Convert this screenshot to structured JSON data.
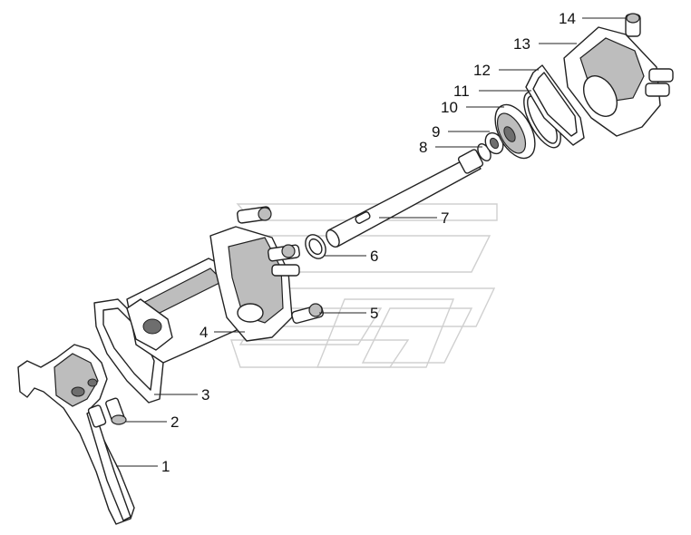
{
  "diagram": {
    "callouts": [
      {
        "id": "1",
        "label": "1"
      },
      {
        "id": "2",
        "label": "2"
      },
      {
        "id": "3",
        "label": "3"
      },
      {
        "id": "4",
        "label": "4"
      },
      {
        "id": "5",
        "label": "5"
      },
      {
        "id": "6",
        "label": "6"
      },
      {
        "id": "7",
        "label": "7"
      },
      {
        "id": "8",
        "label": "8"
      },
      {
        "id": "9",
        "label": "9"
      },
      {
        "id": "10",
        "label": "10"
      },
      {
        "id": "11",
        "label": "11"
      },
      {
        "id": "12",
        "label": "12"
      },
      {
        "id": "13",
        "label": "13"
      },
      {
        "id": "14",
        "label": "14"
      }
    ],
    "colors": {
      "line": "#222222",
      "shade": "#bdbdbd",
      "watermark": "#d0d0d0",
      "background": "#ffffff"
    }
  }
}
